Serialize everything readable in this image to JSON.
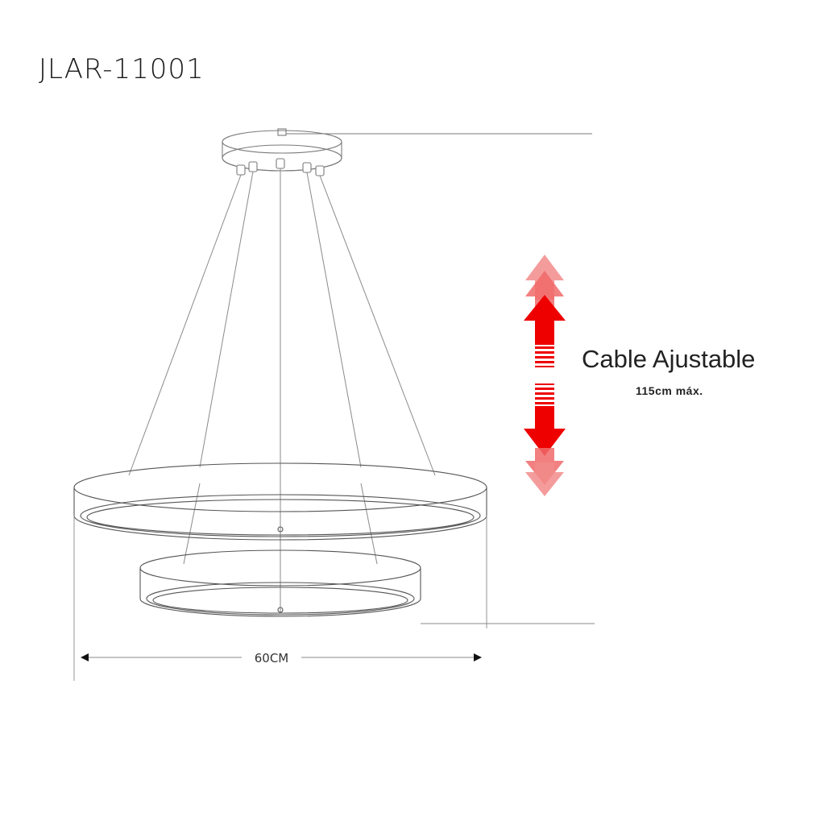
{
  "title": "JLAR-11001",
  "cable": {
    "label": "Cable Ajustable",
    "max_length": "115cm máx."
  },
  "dimension": {
    "width_label": "60CM"
  },
  "colors": {
    "line": "#6f6f6f",
    "arrow_red": "#ee0000",
    "arrow_faded": "#f08080",
    "text": "#222222"
  },
  "icons": {
    "adjust_arrows": "double-vertical-arrow-icon"
  }
}
